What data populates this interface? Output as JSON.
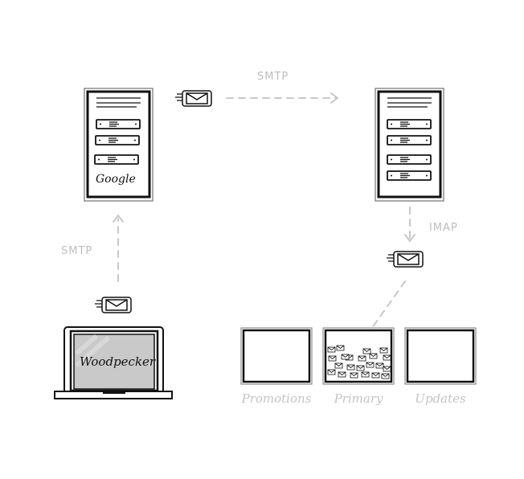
{
  "labels": {
    "smtp_top": "SMTP",
    "smtp_left": "SMTP",
    "imap": "IMAP"
  },
  "nodes": {
    "google_server": "Google",
    "client": "Woodpecker"
  },
  "inbox_tabs": [
    {
      "label": "Promotions"
    },
    {
      "label": "Primary"
    },
    {
      "label": "Updates"
    }
  ],
  "colors": {
    "stroke": "#111111",
    "dash": "#c8c8c8",
    "screen": "#c9c9c9"
  }
}
